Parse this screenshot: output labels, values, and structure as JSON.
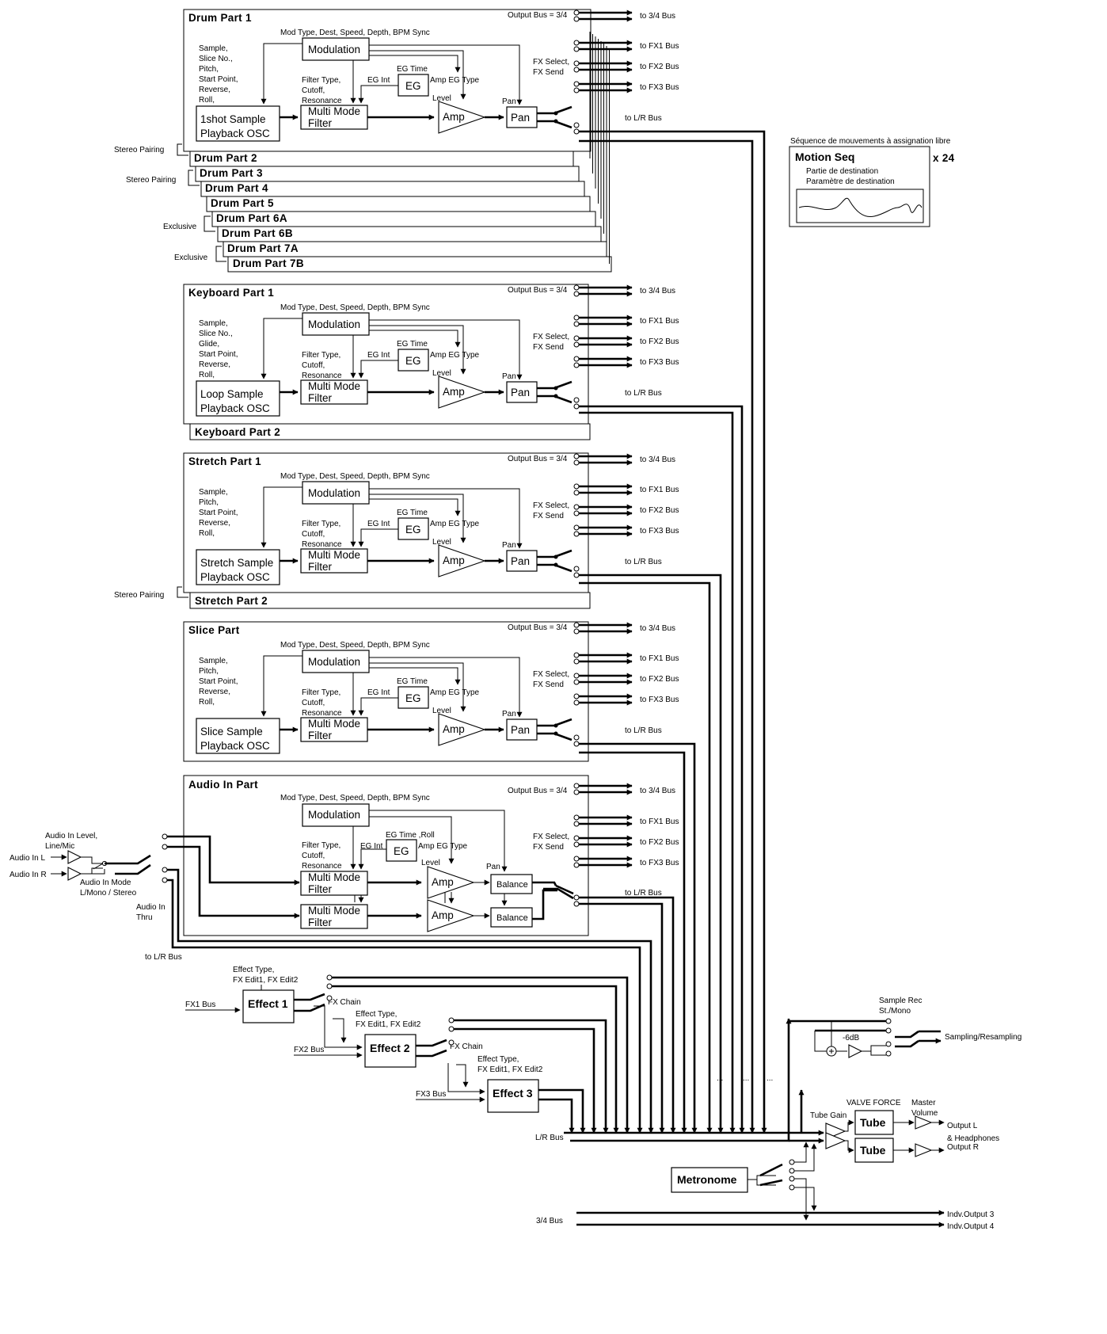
{
  "labels": {
    "mod_params": "Mod Type, Dest, Speed, Depth, BPM Sync",
    "modulation": "Modulation",
    "filter_params": [
      "Filter Type,",
      "Cutoff,",
      "Resonance"
    ],
    "filter": [
      "Multi Mode",
      "Filter"
    ],
    "eg": "EG",
    "eg_int": "EG Int",
    "eg_time": "EG Time",
    "amp_eg_type": "Amp EG Type",
    "level": "Level",
    "amp": "Amp",
    "pan_label": "Pan",
    "pan": "Pan",
    "output_bus": "Output Bus = 3/4",
    "fx_select": "FX Select,",
    "fx_send": "FX Send",
    "to_34": "to 3/4 Bus",
    "to_fx1": "to FX1 Bus",
    "to_fx2": "to FX2 Bus",
    "to_fx3": "to FX3 Bus",
    "to_lr": "to L/R Bus"
  },
  "drum": {
    "title": "Drum Part 1",
    "osc_params": [
      "Sample,",
      "Slice No.,",
      "Pitch,",
      "Start Point,",
      "Reverse,",
      "Roll,"
    ],
    "osc": [
      "1shot Sample",
      "Playback OSC"
    ],
    "stack": [
      "Drum Part 2",
      "Drum Part 3",
      "Drum Part 4",
      "Drum Part 5",
      "Drum Part 6A",
      "Drum Part 6B",
      "Drum Part 7A",
      "Drum Part 7B"
    ],
    "stereo_pairing": "Stereo Pairing",
    "exclusive": "Exclusive"
  },
  "keyboard": {
    "title": "Keyboard Part 1",
    "osc_params": [
      "Sample,",
      "Slice No.,",
      "Glide,",
      "Start Point,",
      "Reverse,",
      "Roll,"
    ],
    "osc": [
      "Loop Sample",
      "Playback OSC"
    ],
    "stack": [
      "Keyboard Part 2"
    ]
  },
  "stretch": {
    "title": "Stretch Part 1",
    "osc_params": [
      "Sample,",
      "Pitch,",
      "Start Point,",
      "Reverse,",
      "Roll,"
    ],
    "osc": [
      "Stretch Sample",
      "Playback OSC"
    ],
    "stack": [
      "Stretch Part 2"
    ],
    "stereo_pairing": "Stereo Pairing"
  },
  "slice": {
    "title": "Slice Part",
    "osc_params": [
      "Sample,",
      "Pitch,",
      "Start Point,",
      "Reverse,",
      "Roll,"
    ],
    "osc": [
      "Slice Sample",
      "Playback OSC"
    ]
  },
  "audio": {
    "title": "Audio In Part",
    "eg_time_roll": "EG Time ,Roll",
    "balance": "Balance",
    "in_level": [
      "Audio In Level,",
      "Line/Mic"
    ],
    "in_l": "Audio In L",
    "in_r": "Audio In R",
    "in_mode": [
      "Audio In Mode",
      "L/Mono / Stereo"
    ],
    "thru": [
      "Audio In",
      "Thru"
    ],
    "thru_to_lr": "to L/R Bus"
  },
  "motion": {
    "header": "Séquence de mouvements à assignation libre",
    "title": "Motion Seq",
    "count": "x 24",
    "dest_part": "Partie de destination",
    "dest_param": "Paramètre de destination"
  },
  "effects": {
    "effect_type": [
      "Effect Type,",
      "FX Edit1, FX Edit2"
    ],
    "fx_chain": "FX Chain",
    "e1": "Effect 1",
    "e2": "Effect 2",
    "e3": "Effect 3",
    "fx1_bus": "FX1 Bus",
    "fx2_bus": "FX2 Bus",
    "fx3_bus": "FX3 Bus"
  },
  "master": {
    "lr_bus": "L/R Bus",
    "bus34": "3/4 Bus",
    "dots": "...",
    "sample_rec": [
      "Sample Rec",
      "St./Mono"
    ],
    "minus6": "-6dB",
    "sampling": "Sampling/Resampling",
    "tube_gain": "Tube Gain",
    "valve_force": "VALVE FORCE",
    "master_volume": [
      "Master",
      "Volume"
    ],
    "tube": "Tube",
    "out_l": "Output L",
    "headphones": "& Headphones",
    "out_r": "Output R",
    "metronome": "Metronome",
    "indv3": "Indv.Output 3",
    "indv4": "Indv.Output 4"
  }
}
